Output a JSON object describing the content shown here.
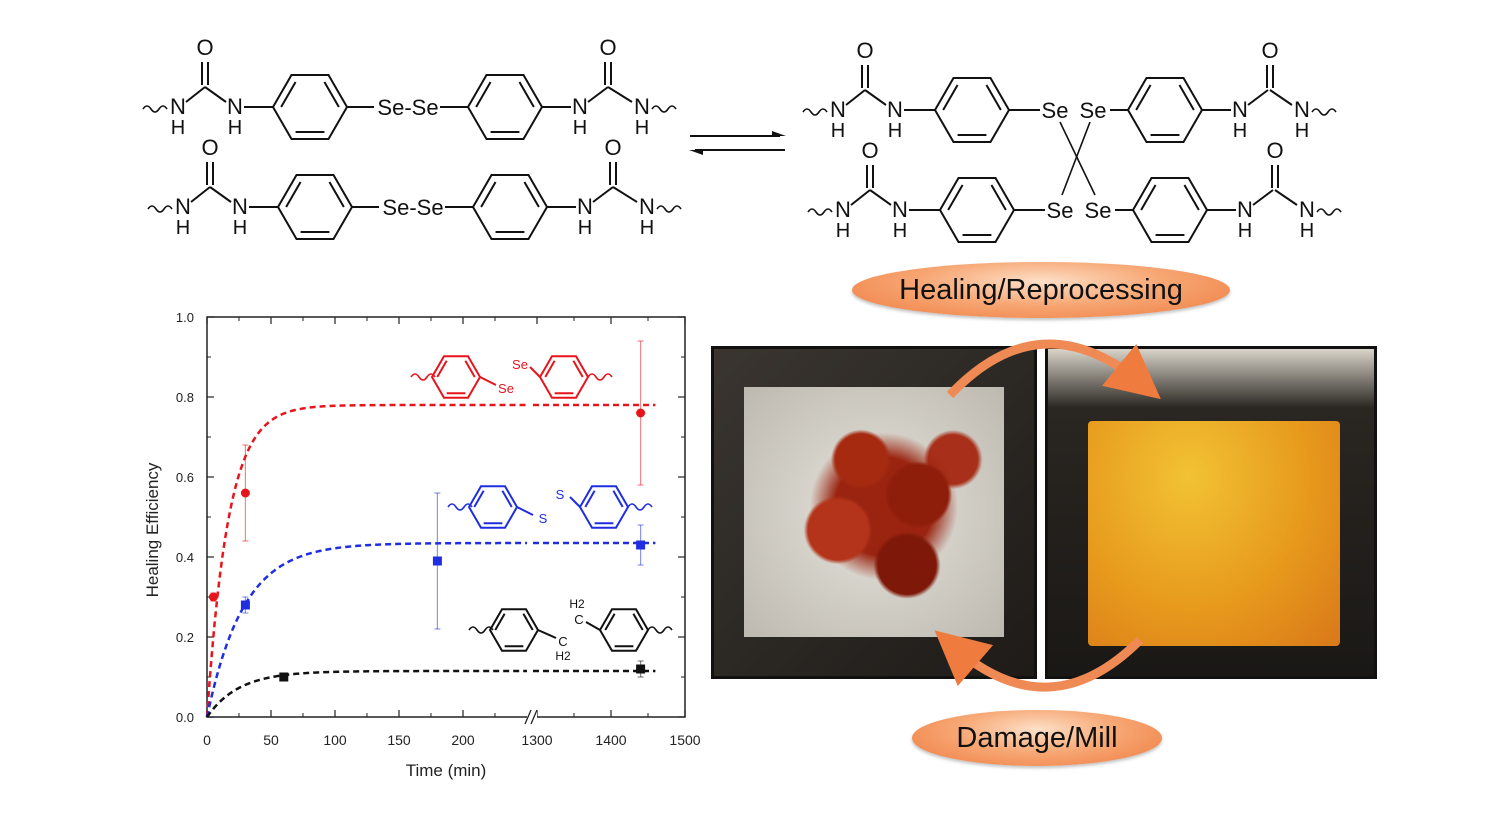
{
  "scheme": {
    "atoms": {
      "O": "O",
      "N": "N",
      "H": "H",
      "Se": "Se"
    },
    "left_label_rows": [
      "Se-Se",
      "Se-Se"
    ]
  },
  "labels": {
    "healing": "Healing/Reprocessing",
    "damage": "Damage/Mill"
  },
  "colors": {
    "red": "#e8141b",
    "blue": "#1f2ee0",
    "black": "#111111",
    "orange": "#ef7b3f"
  },
  "chart_data": {
    "type": "scatter",
    "xlabel": "Time (min)",
    "ylabel": "Healing Efficiency",
    "ylim": [
      0,
      1.0
    ],
    "xlim_segments": [
      [
        0,
        250
      ],
      [
        1300,
        1500
      ]
    ],
    "axis_break": true,
    "x_ticks": [
      0,
      50,
      100,
      150,
      200,
      1300,
      1400,
      1500
    ],
    "y_ticks": [
      "0.0",
      "0.2",
      "0.4",
      "0.6",
      "0.8",
      "1.0"
    ],
    "series": [
      {
        "name": "diselenide",
        "color": "#e8141b",
        "marker": "circle",
        "x": [
          5,
          30,
          1440
        ],
        "y": [
          0.3,
          0.56,
          0.76
        ],
        "err": [
          0.01,
          0.12,
          0.18
        ],
        "fit_plateau": 0.78,
        "fit_k": 0.06,
        "structure_labels": [
          "Se",
          "Se"
        ]
      },
      {
        "name": "disulfide",
        "color": "#1f2ee0",
        "marker": "square",
        "x": [
          30,
          180,
          1440
        ],
        "y": [
          0.28,
          0.39,
          0.43
        ],
        "err": [
          0.02,
          0.17,
          0.05
        ],
        "fit_plateau": 0.435,
        "fit_k": 0.035,
        "structure_labels": [
          "S",
          "S"
        ]
      },
      {
        "name": "ethylene",
        "color": "#111111",
        "marker": "square",
        "x": [
          60,
          1440
        ],
        "y": [
          0.1,
          0.12
        ],
        "err": [
          0.005,
          0.02
        ],
        "fit_plateau": 0.115,
        "fit_k": 0.04,
        "structure_labels": [
          "H2",
          "C",
          "C",
          "H2"
        ]
      }
    ]
  }
}
